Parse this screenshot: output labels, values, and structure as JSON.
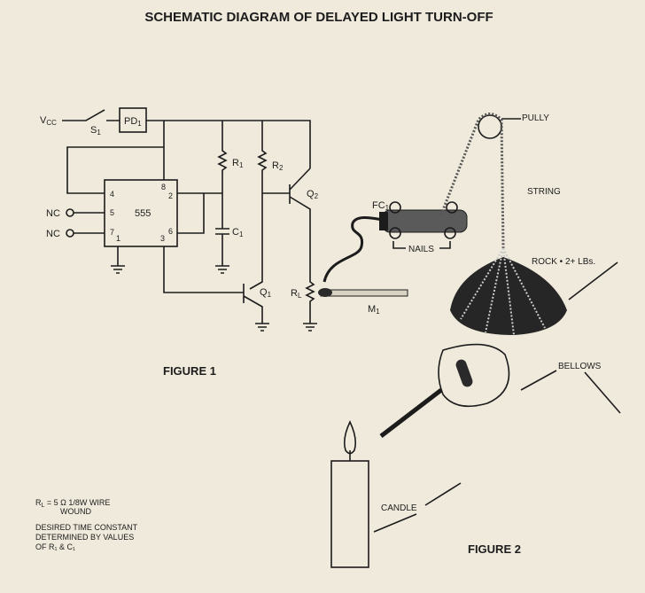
{
  "title": "SCHEMATIC DIAGRAM OF DELAYED LIGHT TURN-OFF",
  "figure1": {
    "caption": "FIGURE 1",
    "vcc": "V",
    "vcc_sub": "CC",
    "s1": "S",
    "s1_sub": "1",
    "pd1": "PD",
    "pd1_sub": "1",
    "r1": "R",
    "r1_sub": "1",
    "r2": "R",
    "r2_sub": "2",
    "c1": "C",
    "c1_sub": "1",
    "q1": "Q",
    "q1_sub": "1",
    "q2": "Q",
    "q2_sub": "2",
    "rl": "R",
    "rl_sub": "L",
    "m1": "M",
    "m1_sub": "1",
    "fc1": "FC",
    "fc1_sub": "1",
    "ic": "555",
    "pins": [
      "4",
      "5",
      "7",
      "1",
      "8",
      "2",
      "6",
      "3"
    ],
    "nc1": "NC",
    "nc2": "NC"
  },
  "notes": {
    "rl_line1_a": "R",
    "rl_line1_sub": "L",
    "rl_line1_b": " = 5 Ω 1/8W WIRE",
    "rl_line2": "WOUND",
    "time_line1": "DESIRED TIME CONSTANT",
    "time_line2": "DETERMINED BY VALUES",
    "time_line3": "OF R₁ & C₁"
  },
  "figure2": {
    "caption": "FIGURE 2",
    "pully": "PULLY",
    "string": "STRING",
    "nails": "NAILS",
    "rock": "ROCK • 2+ LBs.",
    "bellows": "BELLOWS",
    "candle": "CANDLE"
  }
}
